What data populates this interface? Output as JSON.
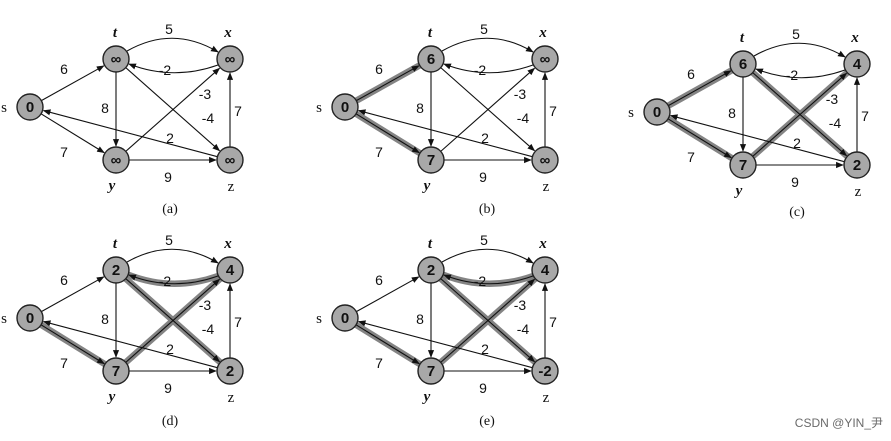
{
  "watermark": "CSDN @YIN_尹",
  "vertices": [
    {
      "id": "s",
      "label": "s",
      "italic": false
    },
    {
      "id": "t",
      "label": "t",
      "italic": true
    },
    {
      "id": "x",
      "label": "x",
      "italic": true
    },
    {
      "id": "y",
      "label": "y",
      "italic": true
    },
    {
      "id": "z",
      "label": "z",
      "italic": false
    }
  ],
  "edges": [
    {
      "from": "s",
      "to": "t",
      "weight": "6"
    },
    {
      "from": "s",
      "to": "y",
      "weight": "7"
    },
    {
      "from": "t",
      "to": "x",
      "weight": "5"
    },
    {
      "from": "x",
      "to": "t",
      "weight": "-2"
    },
    {
      "from": "t",
      "to": "y",
      "weight": "8"
    },
    {
      "from": "t",
      "to": "z",
      "weight": "-4"
    },
    {
      "from": "y",
      "to": "x",
      "weight": "-3"
    },
    {
      "from": "y",
      "to": "z",
      "weight": "9"
    },
    {
      "from": "z",
      "to": "x",
      "weight": "7"
    },
    {
      "from": "z",
      "to": "s",
      "weight": "2"
    }
  ],
  "panels": [
    {
      "caption": "(a)",
      "values": {
        "s": "0",
        "t": "∞",
        "x": "∞",
        "y": "∞",
        "z": "∞"
      },
      "highlighted": []
    },
    {
      "caption": "(b)",
      "values": {
        "s": "0",
        "t": "6",
        "x": "∞",
        "y": "7",
        "z": "∞"
      },
      "highlighted": [
        "s-t",
        "s-y"
      ]
    },
    {
      "caption": "(c)",
      "values": {
        "s": "0",
        "t": "6",
        "x": "4",
        "y": "7",
        "z": "2"
      },
      "highlighted": [
        "s-t",
        "s-y",
        "y-x",
        "t-z"
      ]
    },
    {
      "caption": "(d)",
      "values": {
        "s": "0",
        "t": "2",
        "x": "4",
        "y": "7",
        "z": "2"
      },
      "highlighted": [
        "s-y",
        "y-x",
        "x-t",
        "t-z"
      ]
    },
    {
      "caption": "(e)",
      "values": {
        "s": "0",
        "t": "2",
        "x": "4",
        "y": "7",
        "z": "-2"
      },
      "highlighted": [
        "s-y",
        "y-x",
        "x-t",
        "t-z"
      ]
    }
  ]
}
